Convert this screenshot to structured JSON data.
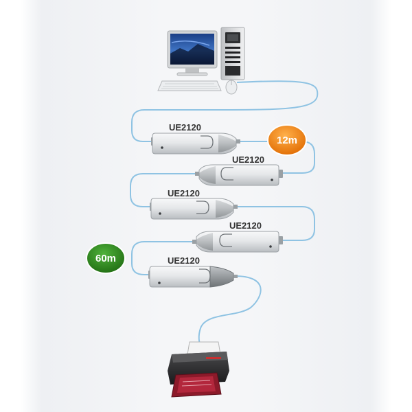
{
  "extenders": [
    {
      "label": "UE2120"
    },
    {
      "label": "UE2120"
    },
    {
      "label": "UE2120"
    },
    {
      "label": "UE2120"
    },
    {
      "label": "UE2120"
    }
  ],
  "badges": {
    "segment": {
      "text": "12m",
      "color": "#f07d16"
    },
    "total": {
      "text": "60m",
      "color": "#2e8b1e"
    }
  },
  "devices": {
    "computer": {
      "icon": "desktop-computer-icon"
    },
    "printer": {
      "icon": "printer-icon"
    }
  },
  "colors": {
    "cable": "#8fc3e3",
    "extender_body": "#e2e4e6"
  }
}
